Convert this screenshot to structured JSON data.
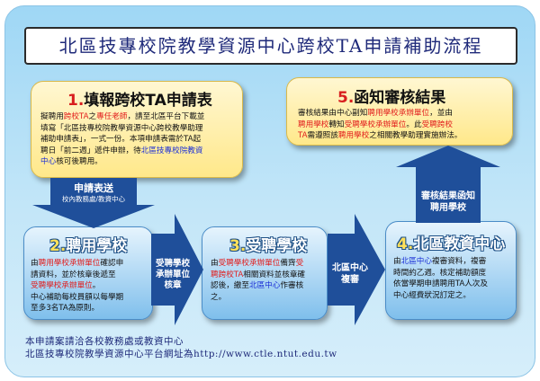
{
  "title": "北區技專校院教學資源中心跨校TA申請補助流程",
  "step1": {
    "num": "1.",
    "title": "填報跨校TA申請表",
    "body": [
      [
        {
          "t": "擬聘用"
        },
        {
          "t": "跨校TA",
          "c": "r"
        },
        {
          "t": "之"
        },
        {
          "t": "專任老師",
          "c": "r"
        },
        {
          "t": "，請至北區平台下載並"
        }
      ],
      [
        {
          "t": "填寫「北區技專校院教學資源中心跨校教學助理"
        }
      ],
      [
        {
          "t": "補助申請表」，一式一份。本項申請表需於TA起"
        }
      ],
      [
        {
          "t": "聘日「前二週」遞件申辦，待"
        },
        {
          "t": "北區技專校院教資",
          "c": "b"
        }
      ],
      [
        {
          "t": "中心",
          "c": "b"
        },
        {
          "t": "核可後聘用。"
        }
      ]
    ]
  },
  "step5": {
    "num": "5.",
    "title": "函知審核結果",
    "body": [
      [
        {
          "t": "審核結果由中心副知"
        },
        {
          "t": "聘用學校承辦單位",
          "c": "r"
        },
        {
          "t": "，並由"
        }
      ],
      [
        {
          "t": "聘用學校",
          "c": "r"
        },
        {
          "t": "轉知"
        },
        {
          "t": "受聘學校承辦單位",
          "c": "r"
        },
        {
          "t": "。此"
        },
        {
          "t": "受聘跨校",
          "c": "r"
        }
      ],
      [
        {
          "t": "TA",
          "c": "r"
        },
        {
          "t": "需遵照該"
        },
        {
          "t": "聘用學校",
          "c": "r"
        },
        {
          "t": "之相關教學助理實施辦法。"
        }
      ]
    ]
  },
  "step2": {
    "num": "2.",
    "title": "聘用學校",
    "body": [
      [
        {
          "t": "由"
        },
        {
          "t": "聘用學校承辦單位",
          "c": "r"
        },
        {
          "t": "確認申"
        }
      ],
      [
        {
          "t": "請資料，並於核章後遞至"
        }
      ],
      [
        {
          "t": "受聘學校承辦單位",
          "c": "r"
        },
        {
          "t": "。"
        }
      ],
      [
        {
          "t": "中心補助每校員額以每學期"
        }
      ],
      [
        {
          "t": "至多3名TA為原則。"
        }
      ]
    ]
  },
  "step3": {
    "num": "3.",
    "title": "受聘學校",
    "body": [
      [
        {
          "t": "由"
        },
        {
          "t": "受聘學校承辦單位",
          "c": "r"
        },
        {
          "t": "備齊"
        },
        {
          "t": "受",
          "c": "r"
        }
      ],
      [
        {
          "t": "聘跨校TA",
          "c": "r"
        },
        {
          "t": "相關資料並核章確"
        }
      ],
      [
        {
          "t": "認後，繳至"
        },
        {
          "t": "北區中心",
          "c": "b"
        },
        {
          "t": "作審核"
        }
      ],
      [
        {
          "t": "之。"
        }
      ]
    ]
  },
  "step4": {
    "num": "4.",
    "title": "北區教資中心",
    "body": [
      [
        {
          "t": "由"
        },
        {
          "t": "北區中心",
          "c": "b"
        },
        {
          "t": "複審資料，複審"
        }
      ],
      [
        {
          "t": "時間約乙週。核定補助額度"
        }
      ],
      [
        {
          "t": "依當學期申請聘用TA人次及"
        }
      ],
      [
        {
          "t": "中心經費狀況訂定之。"
        }
      ]
    ]
  },
  "arrow_down": {
    "line1": "申請表送",
    "line2": "校內教務處/教資中心"
  },
  "arrow_2_3": {
    "lines": [
      "受聘學校",
      "承辦單位",
      "核章"
    ]
  },
  "arrow_3_4": {
    "lines": [
      "北區中心",
      "複審"
    ]
  },
  "arrow_up": {
    "lines": [
      "審核結果函知",
      "聘用學校"
    ]
  },
  "footer": {
    "line1": "本申請案請洽各校教務處或教資中心",
    "line2": "北區技專校院教學資源中心平台網址為http://www.ctle.ntut.edu.tw"
  }
}
